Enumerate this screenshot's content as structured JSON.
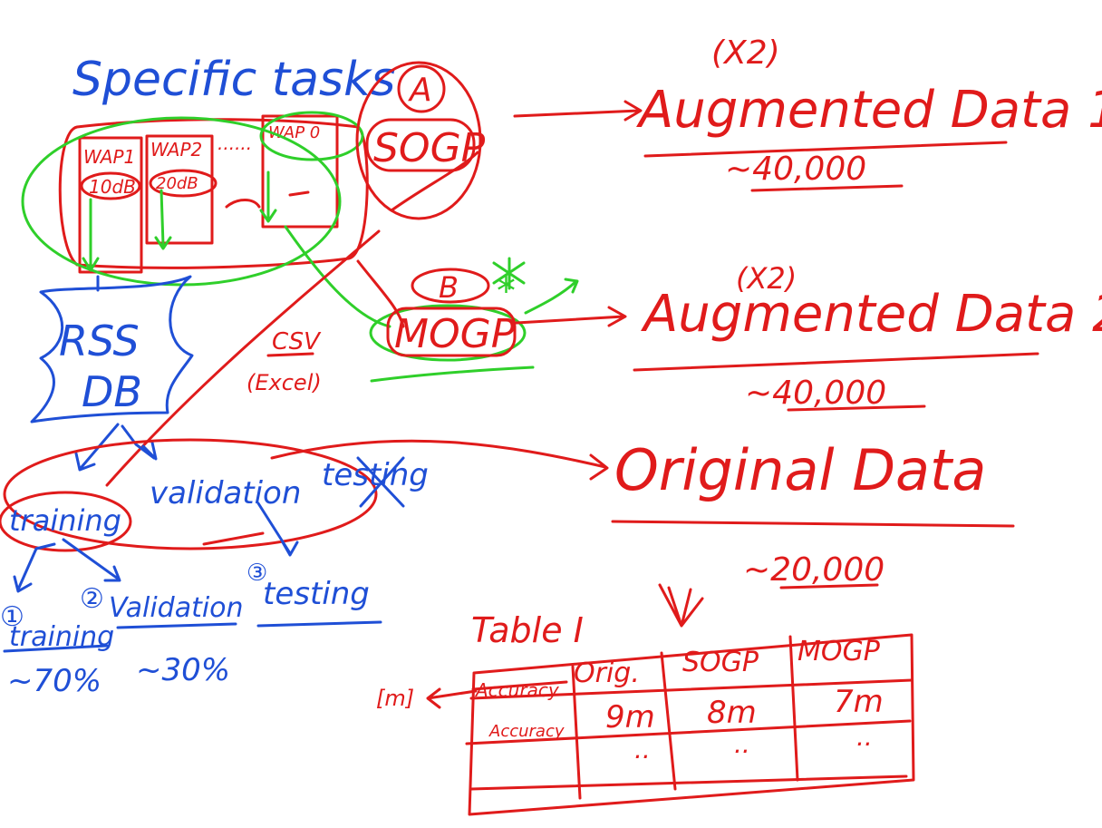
{
  "colors": {
    "blue": "#1f4fd6",
    "red": "#e01b1b",
    "green": "#2fcf2a",
    "background": "#ffffff"
  },
  "title": "Specific tasks",
  "tasks": {
    "wap1": "WAP1",
    "wap2": "WAP2",
    "wap_last": "WAP 0",
    "cell1": "10dB",
    "cell2": "20dB",
    "ellipsis": "......"
  },
  "methods": {
    "a": {
      "letter": "A",
      "name": "SOGP"
    },
    "b": {
      "letter": "B",
      "name": "MOGP",
      "star": "*"
    }
  },
  "rss_db": {
    "line1": "RSS",
    "line2": "DB"
  },
  "csv": {
    "line1": "CSV",
    "line2": "(Excel)"
  },
  "outputs": [
    {
      "multiplier": "(X2)",
      "label": "Augmented Data 1",
      "count": "~40,000"
    },
    {
      "multiplier": "(X2)",
      "label": "Augmented Data 2",
      "count": "~40,000"
    },
    {
      "label": "Original Data",
      "count": "~20,000"
    }
  ],
  "split_old": {
    "training": "training",
    "validation": "validation",
    "testing": "testing"
  },
  "split_new": [
    {
      "num": "①",
      "label": "training",
      "pct": "~70%"
    },
    {
      "num": "②",
      "label": "Validation",
      "pct": "~30%"
    },
    {
      "num": "③",
      "label": "testing",
      "pct": ""
    }
  ],
  "table": {
    "title": "Table I",
    "unit": "[m]",
    "corner_struck": "Accuracy",
    "headers": [
      "Orig.",
      "SOGP",
      "MOGP"
    ],
    "rows": [
      {
        "label": "Accuracy",
        "values": [
          "9m",
          "8m",
          "7m"
        ]
      },
      {
        "label": "",
        "values": [
          "..",
          "..",
          ".."
        ]
      }
    ]
  }
}
